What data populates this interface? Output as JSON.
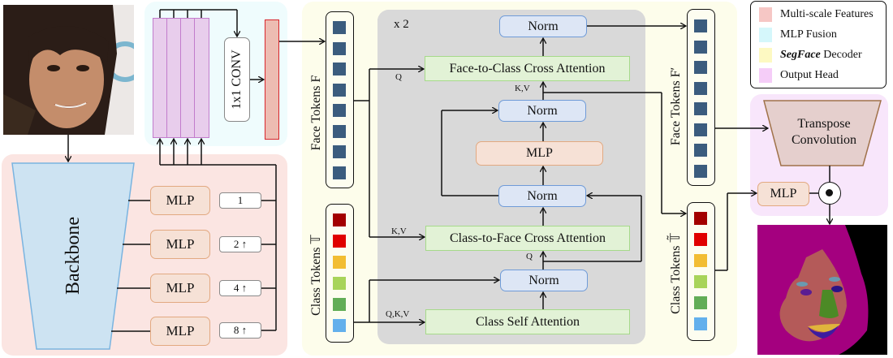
{
  "figure": {
    "regions": {
      "multiscale_color": "#fbe5e2",
      "mlp_fusion_color": "#effcfd",
      "decoder_color": "#fdfdeb",
      "output_head_color": "#f8e6fb",
      "repeat_block_color": "#d9d9d9"
    },
    "backbone": {
      "label": "Backbone",
      "color": "#cde3f2",
      "border": "#7ab4e0"
    },
    "mlp_branches": [
      {
        "label": "MLP",
        "scale": "1"
      },
      {
        "label": "MLP",
        "scale": "2 ↑"
      },
      {
        "label": "MLP",
        "scale": "4 ↑"
      },
      {
        "label": "MLP",
        "scale": "8 ↑"
      }
    ],
    "conv": {
      "label": "1x1 CONV"
    },
    "repeat_label": "x 2",
    "face_tokens_label": "Face Tokens F",
    "face_tokens_out_label": "Face Tokens F′",
    "class_tokens_label": "Class Tokens 𝕋",
    "class_tokens_out_label": "Class Tokens 𝕋̃",
    "face_token_color": "#3b5c7e",
    "face_token_count": 8,
    "class_token_colors": [
      "#a30000",
      "#e00000",
      "#f2bd33",
      "#a8d45a",
      "#62ad56",
      "#63b0ec"
    ],
    "decoder_blocks": {
      "norm_top": "Norm",
      "face_to_class": "Face-to-Class Cross Attention",
      "norm_mid_top": "Norm",
      "mlp": "MLP",
      "norm_mid_bottom": "Norm",
      "class_to_face": "Class-to-Face Cross Attention",
      "norm_bottom": "Norm",
      "class_self": "Class Self Attention"
    },
    "edge_labels": {
      "q_top": "Q",
      "kv_top": "K,V",
      "kv_mid": "K,V",
      "q_mid": "Q",
      "qkv": "Q,K,V"
    },
    "output_head": {
      "transpose_conv": "Transpose Convolution",
      "mlp": "MLP",
      "dot_product_symbol": "⊙"
    },
    "legend": [
      {
        "label": "Multi-scale Features",
        "color": "#f6c7c5"
      },
      {
        "label": "MLP Fusion",
        "color": "#d5f7fb"
      },
      {
        "label_italic": "SegFace",
        "label": " Decoder",
        "color": "#fdf9c2"
      },
      {
        "label": "Output Head",
        "color": "#f5cdf8"
      }
    ],
    "images": {
      "input_face": "input face photo",
      "segmentation_output": "face parsing segmentation mask"
    }
  }
}
